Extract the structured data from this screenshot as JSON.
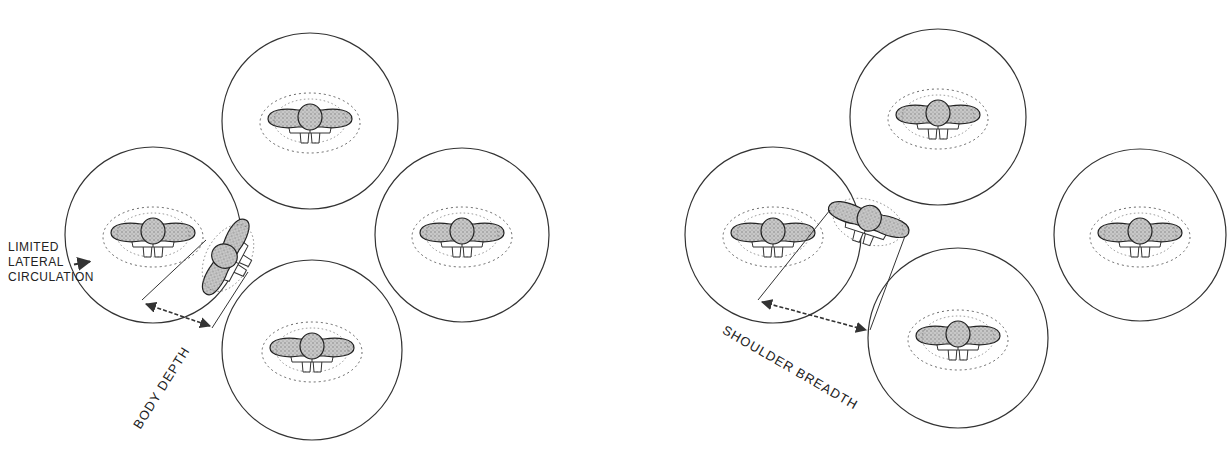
{
  "diagram": {
    "labels": [
      "LIMITED LATERAL CIRCULATION",
      "BODY DEPTH",
      "SHOULDER BREADTH"
    ]
  }
}
